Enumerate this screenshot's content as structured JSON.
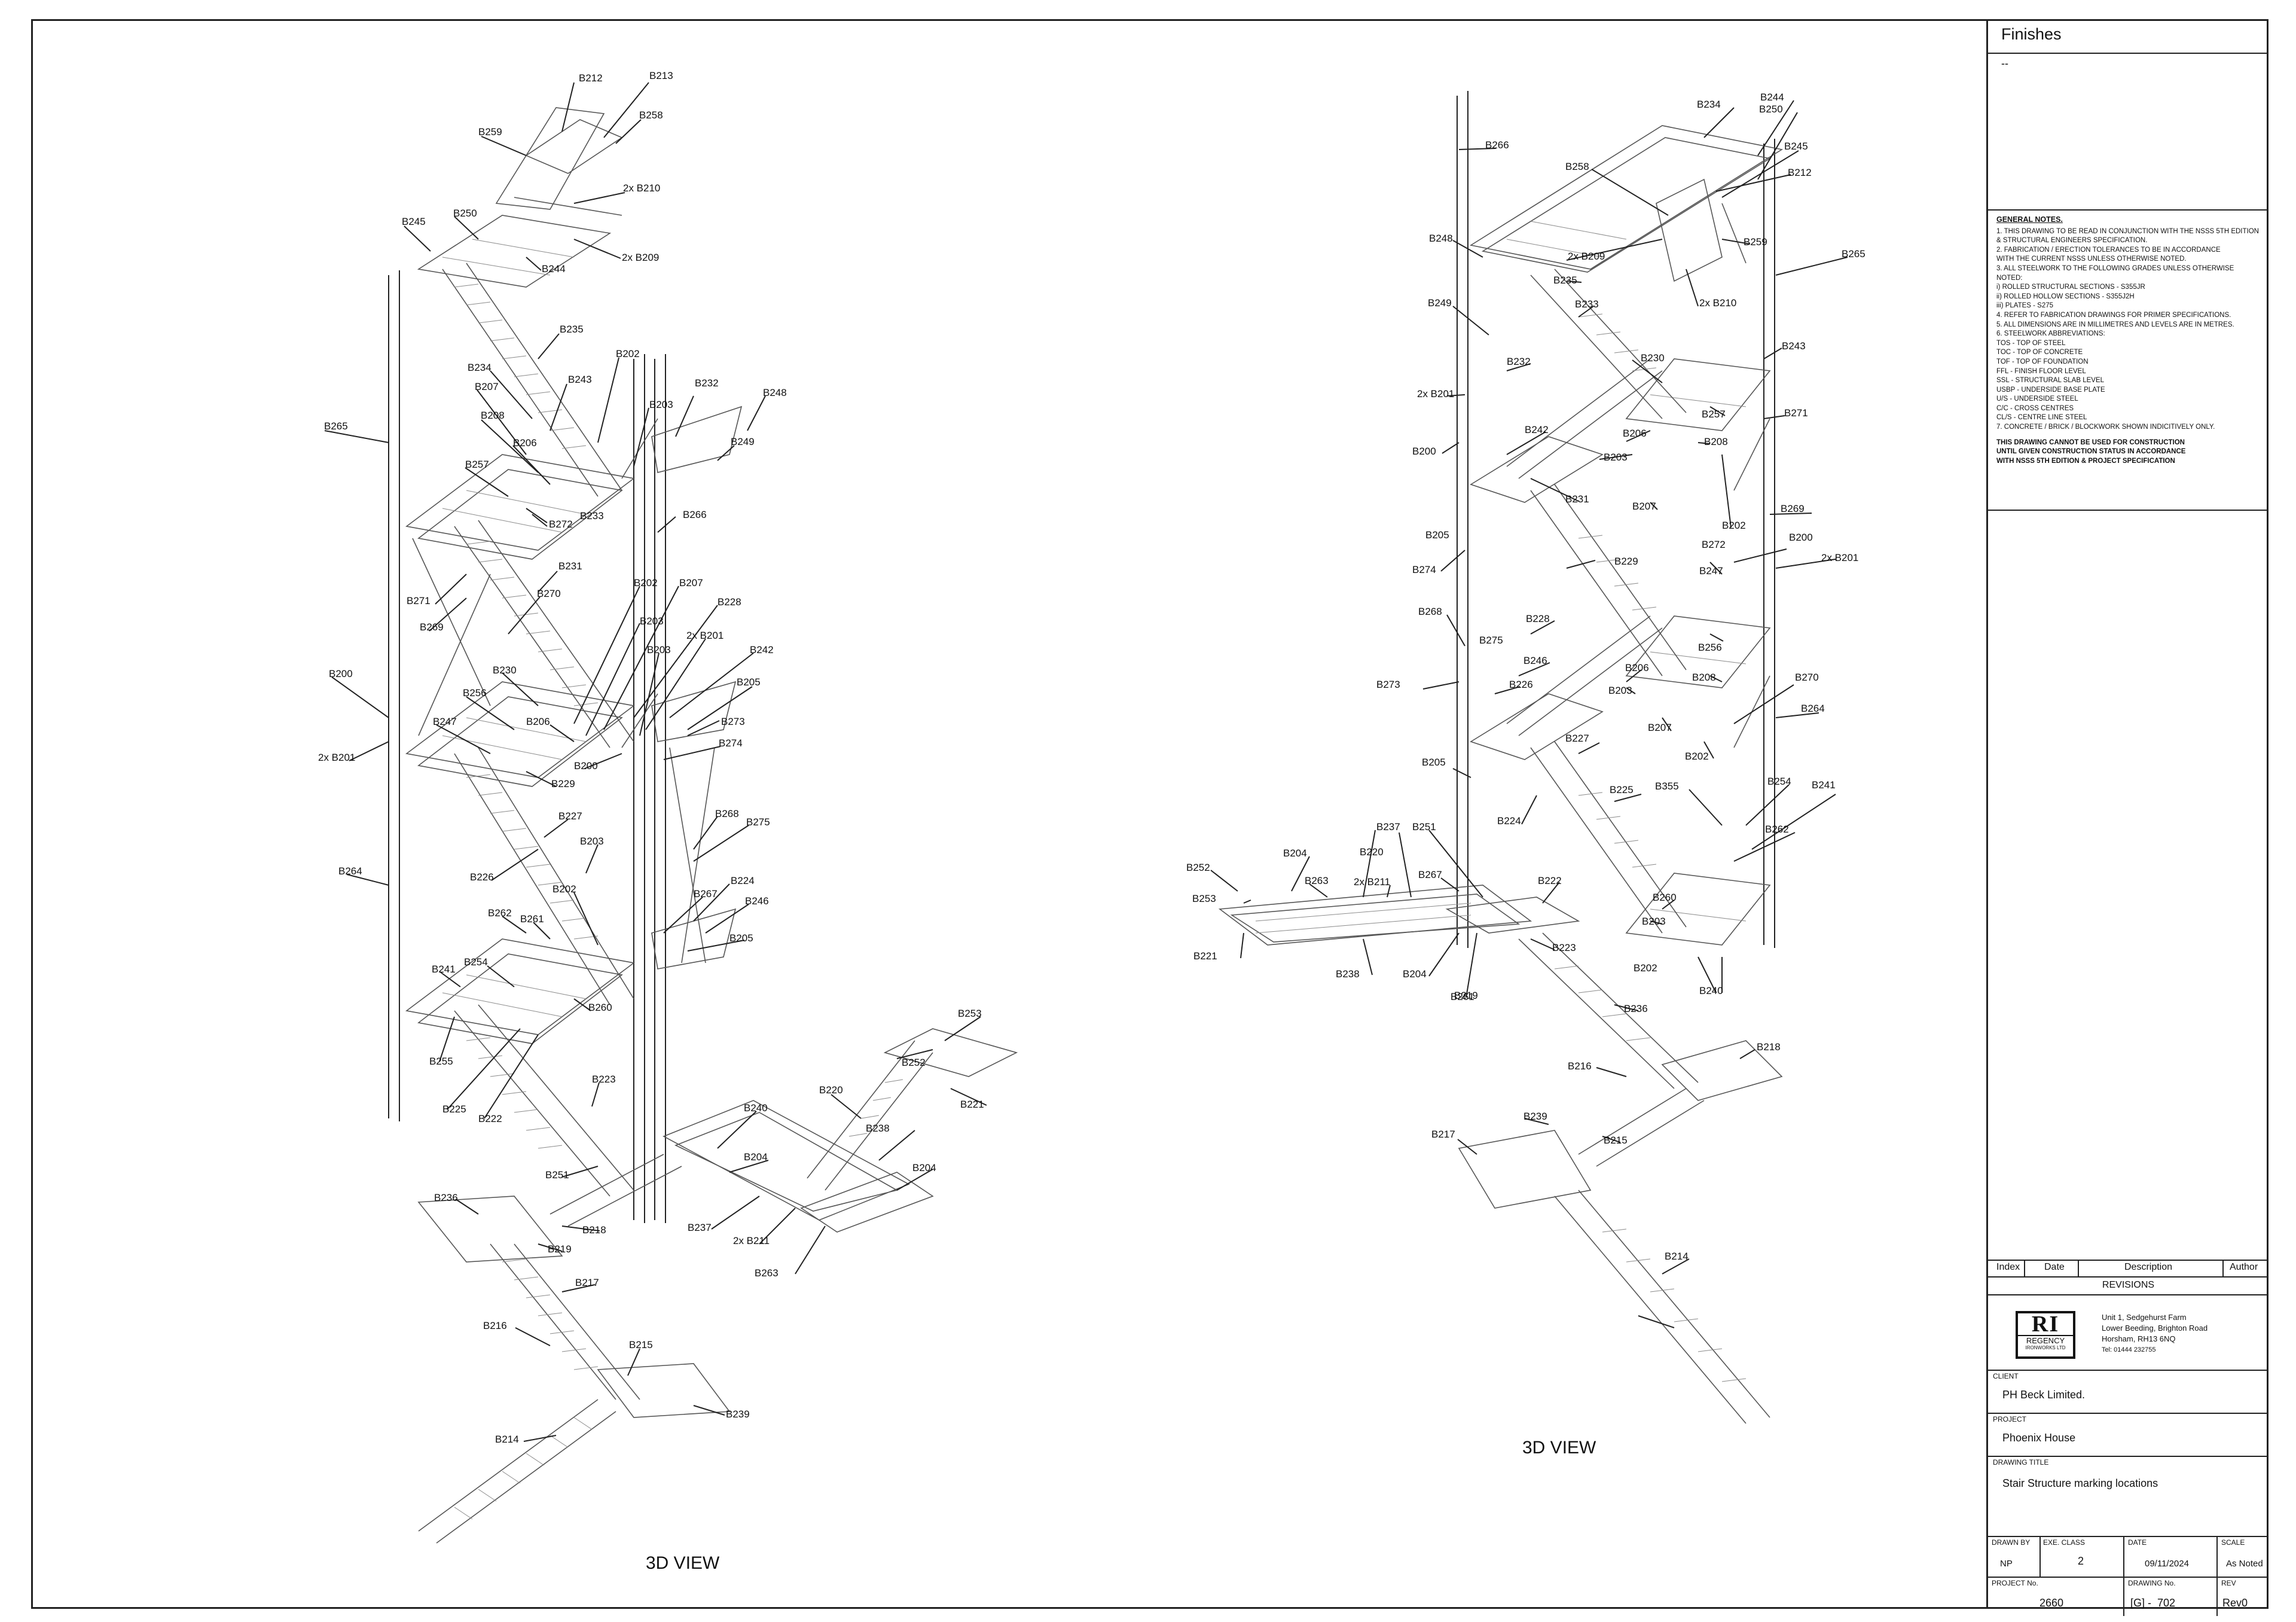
{
  "views": [
    {
      "title": "3D VIEW"
    },
    {
      "title": "3D VIEW"
    }
  ],
  "labels_left": [
    "B212",
    "B213",
    "B258",
    "B259",
    "2x B210",
    "B245",
    "B250",
    "2x B209",
    "B244",
    "B235",
    "B234",
    "B202",
    "B243",
    "B232",
    "B248",
    "B207",
    "B203",
    "B249",
    "B208",
    "B265",
    "B206",
    "B257",
    "B233",
    "B266",
    "B272",
    "B231",
    "B271",
    "B269",
    "B270",
    "B202",
    "B207",
    "B228",
    "B203",
    "2x B201",
    "B242",
    "B230",
    "B203",
    "B205",
    "B200",
    "B256",
    "B247",
    "B206",
    "B273",
    "2x B201",
    "B274",
    "B229",
    "B200",
    "B227",
    "B268",
    "B275",
    "B203",
    "B264",
    "B226",
    "B202",
    "B224",
    "B267",
    "B246",
    "B262",
    "B261",
    "B205",
    "B241",
    "B254",
    "B260",
    "B255",
    "B223",
    "B225",
    "B222",
    "B240",
    "B220",
    "B253",
    "B252",
    "B221",
    "B238",
    "B204",
    "B204",
    "B251",
    "B236",
    "B218",
    "B219",
    "B237",
    "2x B211",
    "B263",
    "B217",
    "B216",
    "B215",
    "B239",
    "B214"
  ],
  "labels_right": [
    "B234",
    "B244",
    "B250",
    "B266",
    "B245",
    "B258",
    "B212",
    "B259",
    "B265",
    "B248",
    "2x B209",
    "B235",
    "B249",
    "B233",
    "2x B210",
    "B232",
    "B230",
    "B243",
    "2x B201",
    "B257",
    "B271",
    "B242",
    "B206",
    "B208",
    "B200",
    "B203",
    "B231",
    "B207",
    "B202",
    "B269",
    "B205",
    "B272",
    "B200",
    "2x B201",
    "B274",
    "B229",
    "B247",
    "B268",
    "B228",
    "B275",
    "B256",
    "B246",
    "B226",
    "B206",
    "B208",
    "B270",
    "B273",
    "B203",
    "B207",
    "B264",
    "B227",
    "B202",
    "B205",
    "B225",
    "B355",
    "B254",
    "B241",
    "B224",
    "B262",
    "B252",
    "B204",
    "B220",
    "B237",
    "B251",
    "B253",
    "B263",
    "2x B211",
    "B267",
    "B222",
    "B260",
    "B203",
    "B221",
    "B238",
    "B204",
    "B223",
    "B261",
    "B202",
    "B240",
    "B219",
    "B236",
    "B218",
    "B216",
    "B239",
    "B217",
    "B215",
    "B214"
  ],
  "finishes": {
    "title": "Finishes",
    "value": "--"
  },
  "general_notes": {
    "heading": "GENERAL NOTES.",
    "lines": [
      "1. THIS DRAWING TO BE READ IN CONJUNCTION WITH THE NSSS 5TH EDITION",
      "    & STRUCTURAL ENGINEERS SPECIFICATION.",
      "2. FABRICATION / ERECTION TOLERANCES TO BE IN ACCORDANCE",
      "    WITH THE CURRENT NSSS UNLESS OTHERWISE NOTED.",
      "3. ALL STEELWORK TO THE FOLLOWING GRADES UNLESS OTHERWISE NOTED:",
      "    i) ROLLED STRUCTURAL SECTIONS  -  S355JR",
      "    ii) ROLLED HOLLOW SECTIONS        -  S355J2H",
      "    iii) PLATES                               -  S275",
      "4. REFER TO FABRICATION DRAWINGS FOR PRIMER SPECIFICATIONS.",
      "5. ALL DIMENSIONS ARE IN MILLIMETRES AND LEVELS ARE IN METRES.",
      "6. STEELWORK ABBREVIATIONS:",
      "    TOS  -  TOP OF STEEL",
      "    TOC  -  TOP OF CONCRETE",
      "    TOF  -  TOP OF FOUNDATION",
      "    FFL  -  FINISH FLOOR LEVEL",
      "    SSL  -  STRUCTURAL SLAB LEVEL",
      "    USBP  -  UNDERSIDE BASE PLATE",
      "    U/S  -  UNDERSIDE STEEL",
      "    C/C  -  CROSS CENTRES",
      "    CL/S  -  CENTRE LINE STEEL",
      "7. CONCRETE / BRICK / BLOCKWORK SHOWN INDICITIVELY ONLY."
    ],
    "warning": [
      "THIS DRAWING CANNOT BE USED FOR CONSTRUCTION",
      "UNTIL GIVEN CONSTRUCTION STATUS IN ACCORDANCE",
      "WITH NSSS 5TH EDITION & PROJECT SPECIFICATION"
    ]
  },
  "revisions": {
    "columns": [
      "Index",
      "Date",
      "Description",
      "Author"
    ],
    "title": "REVISIONS"
  },
  "company": {
    "logo_letters": "RI",
    "logo_name": "REGENCY",
    "logo_sub": "IRONWORKS LTD",
    "address": [
      "Unit 1, Sedgehurst Farm",
      "Lower Beeding, Brighton Road",
      "Horsham, RH13 6NQ",
      "Tel: 01444 232755"
    ]
  },
  "client": {
    "label": "CLIENT",
    "value": "PH Beck Limited."
  },
  "project": {
    "label": "PROJECT",
    "value": "Phoenix House"
  },
  "drawing_title": {
    "label": "DRAWING TITLE",
    "value": "Stair Structure marking locations"
  },
  "meta": {
    "drawn_by_label": "DRAWN BY",
    "drawn_by": "NP",
    "exe_class_label": "EXE. CLASS",
    "exe_class": "2",
    "date_label": "DATE",
    "date": "09/11/2024",
    "scale_label": "SCALE",
    "scale": "As Noted",
    "project_no_label": "PROJECT No.",
    "project_no": "2660",
    "drawing_no_label": "DRAWING No.",
    "drawing_no": "[G] -  702",
    "rev_label": "REV",
    "rev": "Rev0"
  }
}
